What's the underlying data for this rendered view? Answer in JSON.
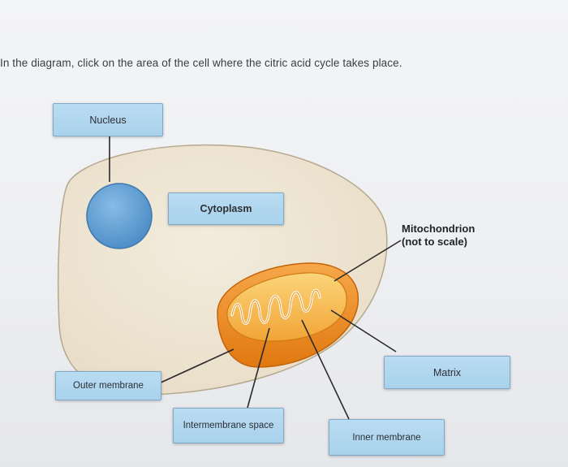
{
  "question": {
    "text": "In the diagram, click on the area of the cell where the citric acid cycle takes place."
  },
  "diagram": {
    "labels": {
      "nucleus": "Nucleus",
      "cytoplasm": "Cytoplasm",
      "mitochondrion_line1": "Mitochondrion",
      "mitochondrion_line2": "(not to scale)",
      "matrix": "Matrix",
      "outer_membrane": "Outer membrane",
      "intermembrane_space": "Intermembrane space",
      "inner_membrane": "Inner membrane"
    },
    "colors": {
      "label_fill": "#b0d6ee",
      "label_border": "#7fa9c7",
      "cell_fill": "#efe7d6",
      "nucleus_fill": "#6aa6d8",
      "mito_outer": "#f08a1c",
      "mito_inner": "#f7b43a",
      "leader_line": "#2a2a2a"
    }
  }
}
